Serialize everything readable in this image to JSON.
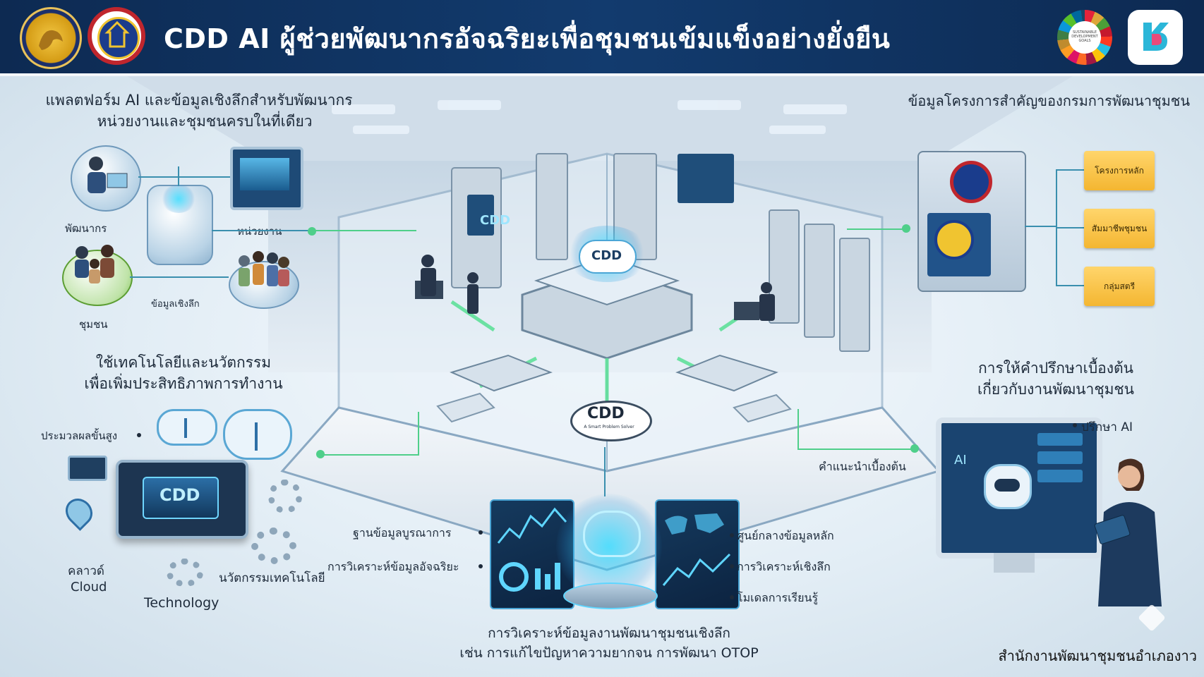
{
  "header": {
    "title": "CDD AI ผู้ช่วยพัฒนากรอัจฉริยะเพื่อชุมชนเข้มแข็งอย่างยั่งยืน",
    "logo_left_1": "emblem-logo",
    "logo_left_2": "cdd-logo",
    "logo_right_1": "sdg-wheel-logo",
    "logo_right_2": "app-logo",
    "sdg_text": "SUSTAINABLE DEVELOPMENT GOALS"
  },
  "top_left": {
    "heading_line1": "แพลตฟอร์ม AI และข้อมูลเชิงลึกสำหรับพัฒนากร",
    "heading_line2": "หน่วยงานและชุมชนครบในที่เดียว",
    "label_developer": "พัฒนากร",
    "label_agency": "หน่วยงาน",
    "label_community": "ชุมชน",
    "label_insight": "ข้อมูลเชิงลึก"
  },
  "top_right": {
    "heading": "ข้อมูลโครงการสำคัญของกรมการพัฒนาชุมชน",
    "folders": [
      "โครงการหลัก",
      "สัมมาชีพชุมชน",
      "กลุ่มสตรี"
    ]
  },
  "mid_left": {
    "heading_line1": "ใช้เทคโนโลยีและนวัตกรรม",
    "heading_line2": "เพื่อเพิ่มประสิทธิภาพการทำงาน",
    "label_processing": "ประมวลผลขั้นสูง",
    "label_cloud_th": "คลาวด์",
    "label_cloud_en": "Cloud",
    "label_innovation": "นวัตกรรมเทคโนโลยี",
    "label_technology": "Technology",
    "chip_text": "CDD"
  },
  "mid_right": {
    "heading_line1": "การให้คำปรึกษาเบื้องต้น",
    "heading_line2": "เกี่ยวกับงานพัฒนาชุมชน",
    "label_consult": "ปรึกษา AI",
    "label_advice": "คำแนะนำเบื้องต้น",
    "screen_text": "AI"
  },
  "center": {
    "server_label": "CDD",
    "cloud_label": "CDD",
    "floor_label": "CDD",
    "floor_sub": "A Smart Problem Solver"
  },
  "bottom": {
    "left_tags": [
      "ฐานข้อมูลบูรณาการ",
      "การวิเคราะห์ข้อมูลอัจฉริยะ"
    ],
    "right_tags": [
      "ศูนย์กลางข้อมูลหลัก",
      "การวิเคราะห์เชิงลึก",
      "โมเดลการเรียนรู้"
    ],
    "caption_line1": "การวิเคราะห์ข้อมูลงานพัฒนาชุมชนเชิงลึก",
    "caption_line2": "เช่น การแก้ไขปัญหาความยากจน การพัฒนา OTOP"
  },
  "footer": {
    "office": "สำนักงานพัฒนาชุมชนอำเภองาว"
  },
  "colors": {
    "header_bg": "#0d2a52",
    "accent_cyan": "#3cdcff",
    "accent_green": "#4fcf8a",
    "folder_yellow": "#f4b631"
  }
}
